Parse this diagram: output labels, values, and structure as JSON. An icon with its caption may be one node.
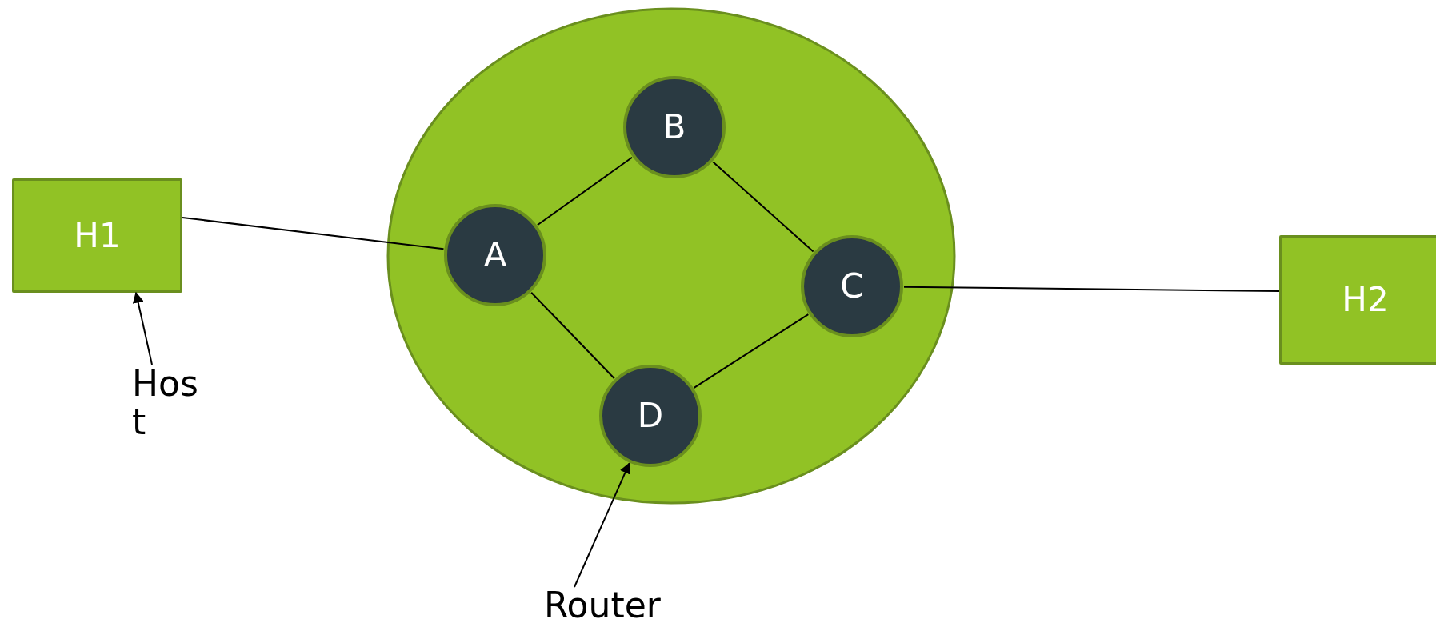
{
  "diagram": {
    "nodes": [
      {
        "text": [
          "H1"
        ]
      },
      {
        "text": [],
        "shape": "ellipse"
      },
      {
        "text": [
          "B"
        ],
        "in": 1
      },
      {
        "text": [
          "A"
        ],
        "in": 1
      },
      {
        "text": [
          "C"
        ],
        "in": 1
      },
      {
        "text": [
          "D"
        ],
        "in": 1
      },
      {
        "text": [
          "H2"
        ]
      },
      {
        "text": [
          "Host"
        ]
      },
      {
        "text": [
          "Router"
        ]
      }
    ],
    "edges": [
      {
        "from": 0,
        "to": 3,
        "arrow": "none"
      },
      {
        "from": 3,
        "to": 2,
        "arrow": "none"
      },
      {
        "from": 2,
        "to": 4,
        "arrow": "none"
      },
      {
        "from": 3,
        "to": 5,
        "arrow": "none"
      },
      {
        "from": 5,
        "to": 4,
        "arrow": "none"
      },
      {
        "from": 4,
        "to": 6,
        "arrow": "none"
      },
      {
        "from": 7,
        "to": 0,
        "arrow": "to"
      },
      {
        "from": 8,
        "to": 5,
        "arrow": "to"
      }
    ]
  }
}
